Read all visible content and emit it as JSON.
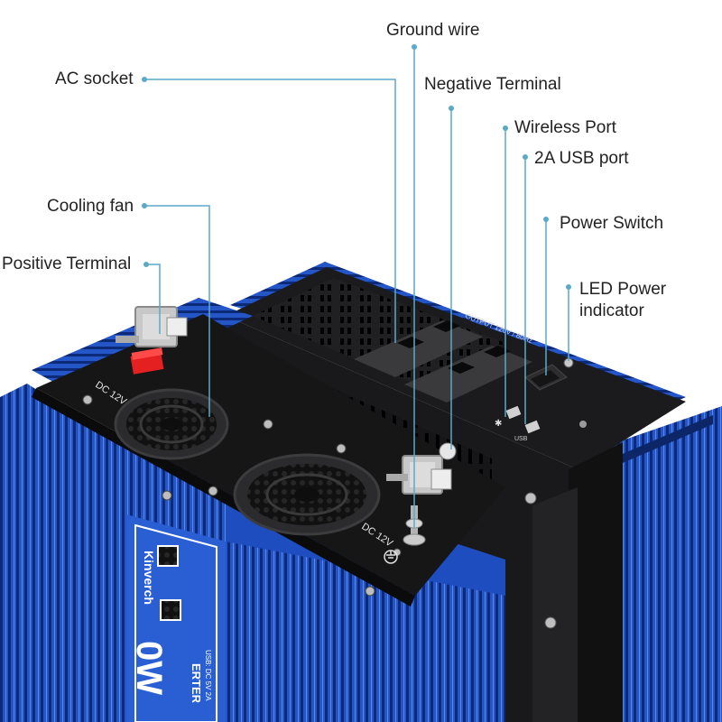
{
  "callouts": {
    "ground_wire": "Ground wire",
    "ac_socket": "AC socket",
    "negative_terminal": "Negative Terminal",
    "wireless_port": "Wireless Port",
    "usb_port": "2A USB port",
    "cooling_fan": "Cooling fan",
    "power_switch": "Power Switch",
    "positive_terminal": "Positive Terminal",
    "led_line1": "LED Power",
    "led_line2": "indicator"
  },
  "device_text": {
    "output_label": "OUTPUT 120V / 60Hz",
    "dc_left": "DC 12V",
    "dc_right": "DC 12V",
    "usb_label": "USB",
    "brand": "Kinverch",
    "power_big": "0W",
    "inverter": "ERTER",
    "usb_spec": "USB: DC 5V 2A"
  },
  "icons": {
    "ground": "ground-symbol-icon",
    "bluetooth": "bluetooth-icon"
  },
  "colors": {
    "body_blue": "#1f4fb8",
    "fin_dark": "#0f2d7a",
    "panel_black": "#1c1c1e",
    "terminal_red": "#e02020",
    "callout_line": "#5aa9c9",
    "text": "#222222"
  }
}
